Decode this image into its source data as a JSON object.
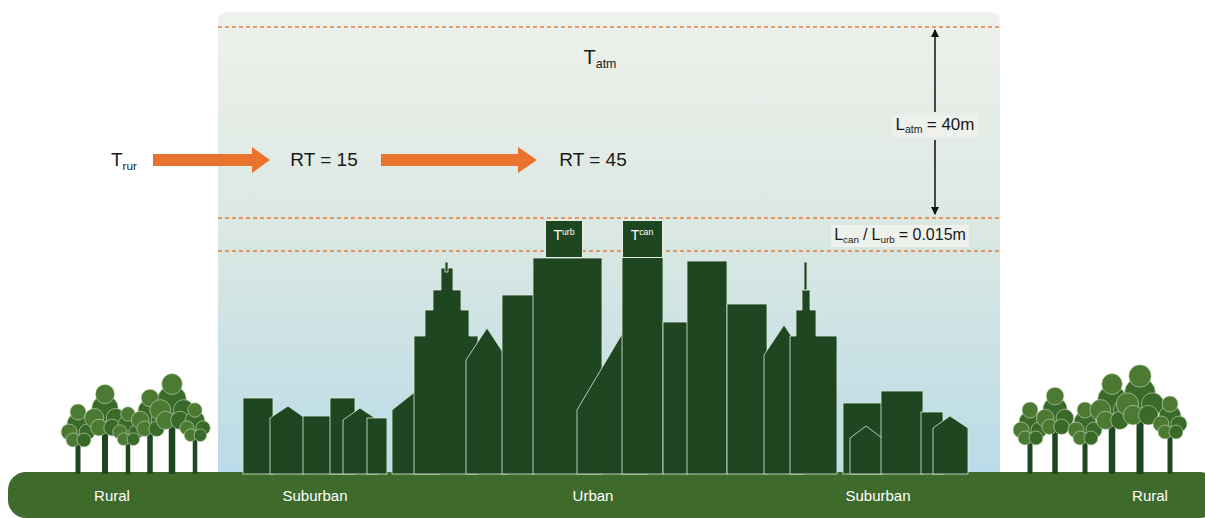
{
  "diagram": {
    "nodes": [
      {
        "text": [
          "T",
          "urb"
        ]
      },
      {
        "text": [
          "T",
          "can"
        ]
      }
    ],
    "labels": [
      "T",
      "atm",
      "L",
      "atm",
      "= 40m",
      "T",
      "rur",
      "RT = 15",
      "RT = 45",
      "L",
      "can",
      "/",
      "L",
      "urb",
      "= 0.015m",
      "Rural",
      "Suburban",
      "Urban",
      "Suburban",
      "Rural"
    ]
  }
}
